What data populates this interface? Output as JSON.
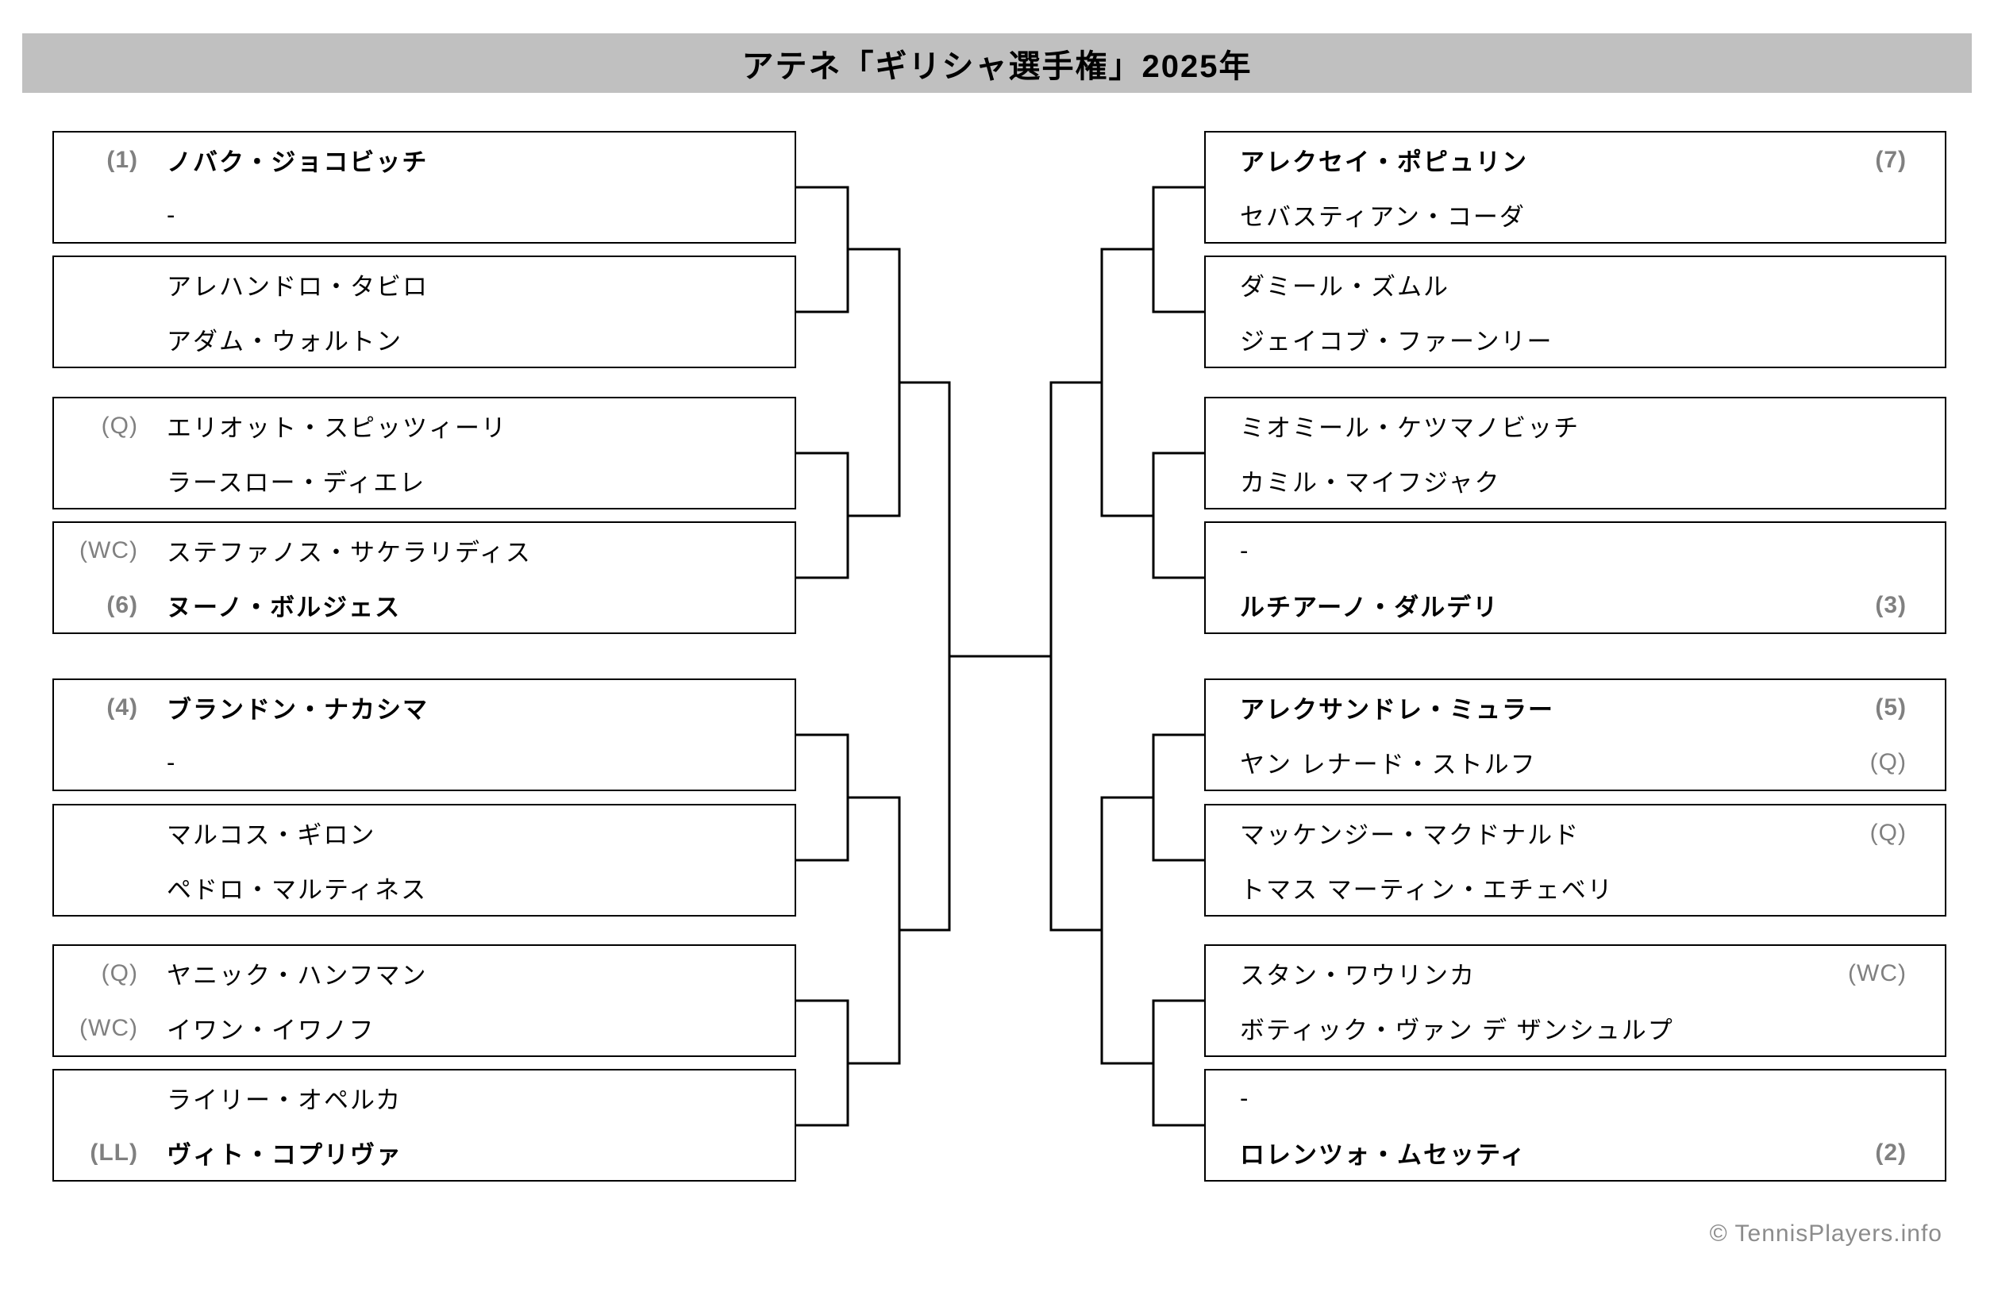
{
  "header": {
    "title": "アテネ「ギリシャ選手権」2025年"
  },
  "footer": {
    "credit": "© TennisPlayers.info"
  },
  "colors": {
    "header_bg": "#c0c0c0",
    "player_text": "#000000",
    "seed_gray": "#808080",
    "connector_line": "#000000",
    "credit_gray": "#8c8c8c"
  },
  "bracket": {
    "left": [
      {
        "rows": [
          {
            "seed": "(1)",
            "name": "ノバク・ジョコビッチ",
            "bold": true
          },
          {
            "seed": "",
            "name": "-",
            "bold": false
          }
        ]
      },
      {
        "rows": [
          {
            "seed": "",
            "name": "アレハンドロ・タビロ",
            "bold": false
          },
          {
            "seed": "",
            "name": "アダム・ウォルトン",
            "bold": false
          }
        ]
      },
      {
        "rows": [
          {
            "seed": "(Q)",
            "name": "エリオット・スピッツィーリ",
            "bold": false
          },
          {
            "seed": "",
            "name": "ラースロー・ディエレ",
            "bold": false
          }
        ]
      },
      {
        "rows": [
          {
            "seed": "(WC)",
            "name": "ステファノス・サケラリディス",
            "bold": false
          },
          {
            "seed": "(6)",
            "name": "ヌーノ・ボルジェス",
            "bold": true
          }
        ]
      },
      {
        "rows": [
          {
            "seed": "(4)",
            "name": "ブランドン・ナカシマ",
            "bold": true
          },
          {
            "seed": "",
            "name": "-",
            "bold": false
          }
        ]
      },
      {
        "rows": [
          {
            "seed": "",
            "name": "マルコス・ギロン",
            "bold": false
          },
          {
            "seed": "",
            "name": "ペドロ・マルティネス",
            "bold": false
          }
        ]
      },
      {
        "rows": [
          {
            "seed": "(Q)",
            "name": "ヤニック・ハンフマン",
            "bold": false
          },
          {
            "seed": "(WC)",
            "name": "イワン・イワノフ",
            "bold": false
          }
        ]
      },
      {
        "rows": [
          {
            "seed": "",
            "name": "ライリー・オペルカ",
            "bold": false
          },
          {
            "seed": "(LL)",
            "name": "ヴィト・コプリヴァ",
            "bold": true
          }
        ]
      }
    ],
    "right": [
      {
        "rows": [
          {
            "seed": "(7)",
            "name": "アレクセイ・ポピュリン",
            "bold": true
          },
          {
            "seed": "",
            "name": "セバスティアン・コーダ",
            "bold": false
          }
        ]
      },
      {
        "rows": [
          {
            "seed": "",
            "name": "ダミール・ズムル",
            "bold": false
          },
          {
            "seed": "",
            "name": "ジェイコブ・ファーンリー",
            "bold": false
          }
        ]
      },
      {
        "rows": [
          {
            "seed": "",
            "name": "ミオミール・ケツマノビッチ",
            "bold": false
          },
          {
            "seed": "",
            "name": "カミル・マイフジャク",
            "bold": false
          }
        ]
      },
      {
        "rows": [
          {
            "seed": "",
            "name": "-",
            "bold": false
          },
          {
            "seed": "(3)",
            "name": "ルチアーノ・ダルデリ",
            "bold": true
          }
        ]
      },
      {
        "rows": [
          {
            "seed": "(5)",
            "name": "アレクサンドレ・ミュラー",
            "bold": true
          },
          {
            "seed": "(Q)",
            "name": "ヤン レナード・ストルフ",
            "bold": false
          }
        ]
      },
      {
        "rows": [
          {
            "seed": "(Q)",
            "name": "マッケンジー・マクドナルド",
            "bold": false
          },
          {
            "seed": "",
            "name": "トマス マーティン・エチェベリ",
            "bold": false
          }
        ]
      },
      {
        "rows": [
          {
            "seed": "(WC)",
            "name": "スタン・ワウリンカ",
            "bold": false
          },
          {
            "seed": "",
            "name": "ボティック・ヴァン デ ザンシュルプ",
            "bold": false
          }
        ]
      },
      {
        "rows": [
          {
            "seed": "",
            "name": "-",
            "bold": false
          },
          {
            "seed": "(2)",
            "name": "ロレンツォ・ムセッティ",
            "bold": true
          }
        ]
      }
    ]
  }
}
